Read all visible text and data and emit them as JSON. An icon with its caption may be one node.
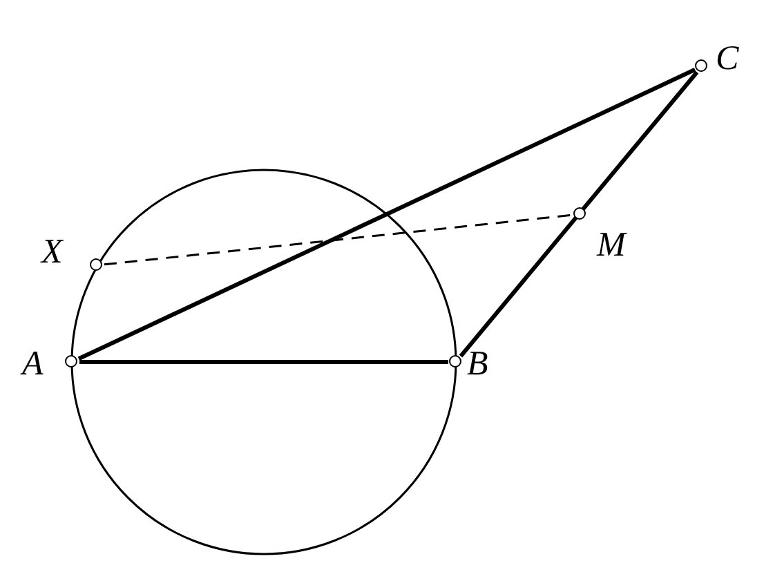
{
  "diagram": {
    "nodes": [
      {
        "text": [],
        "shape": "circle",
        "beside": [
          "A"
        ]
      },
      {
        "text": [],
        "shape": "circle",
        "beside": [
          "B"
        ]
      },
      {
        "text": [],
        "shape": "circle",
        "beside": [
          "C"
        ]
      },
      {
        "text": [],
        "shape": "circle",
        "beside": [
          "M"
        ]
      },
      {
        "text": [],
        "shape": "circle",
        "beside": [
          "X"
        ]
      }
    ],
    "edges": [
      {
        "from": 0,
        "to": 1,
        "arrow": "none"
      },
      {
        "from": 0,
        "to": 2,
        "arrow": "none"
      },
      {
        "from": 1,
        "to": 2,
        "arrow": "none"
      },
      {
        "from": 4,
        "to": 3,
        "arrow": "none",
        "style": "dashed"
      }
    ]
  }
}
